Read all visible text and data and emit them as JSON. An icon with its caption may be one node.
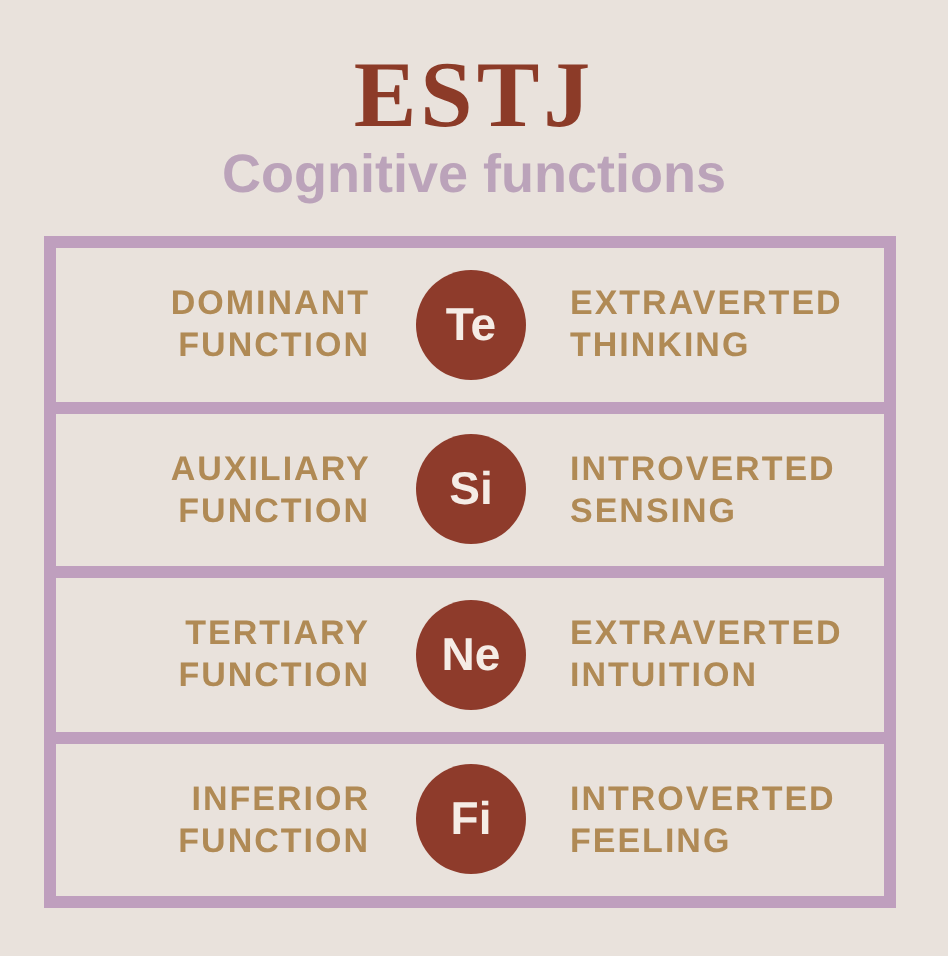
{
  "diagram": {
    "title": "ESTJ",
    "labels": [
      "Cognitive functions"
    ],
    "nodes": [
      {
        "text": [],
        "shape": "box"
      },
      {
        "text": [
          "DOMINANT FUNCTION",
          "EXTRAVERTED THINKING"
        ],
        "in": 0
      },
      {
        "text": [
          "Te"
        ],
        "in": 1
      },
      {
        "text": [
          "AUXILIARY FUNCTION",
          "INTROVERTED SENSING"
        ],
        "in": 0
      },
      {
        "text": [
          "Si"
        ],
        "in": 3
      },
      {
        "text": [
          "TERTIARY FUNCTION",
          "EXTRAVERTED INTUITION"
        ],
        "in": 0
      },
      {
        "text": [
          "Ne"
        ],
        "in": 5
      },
      {
        "text": [
          "INFERIOR FUNCTION",
          "INTROVERTED FEELING"
        ],
        "in": 0
      },
      {
        "text": [
          "Fi"
        ],
        "in": 7
      }
    ]
  }
}
